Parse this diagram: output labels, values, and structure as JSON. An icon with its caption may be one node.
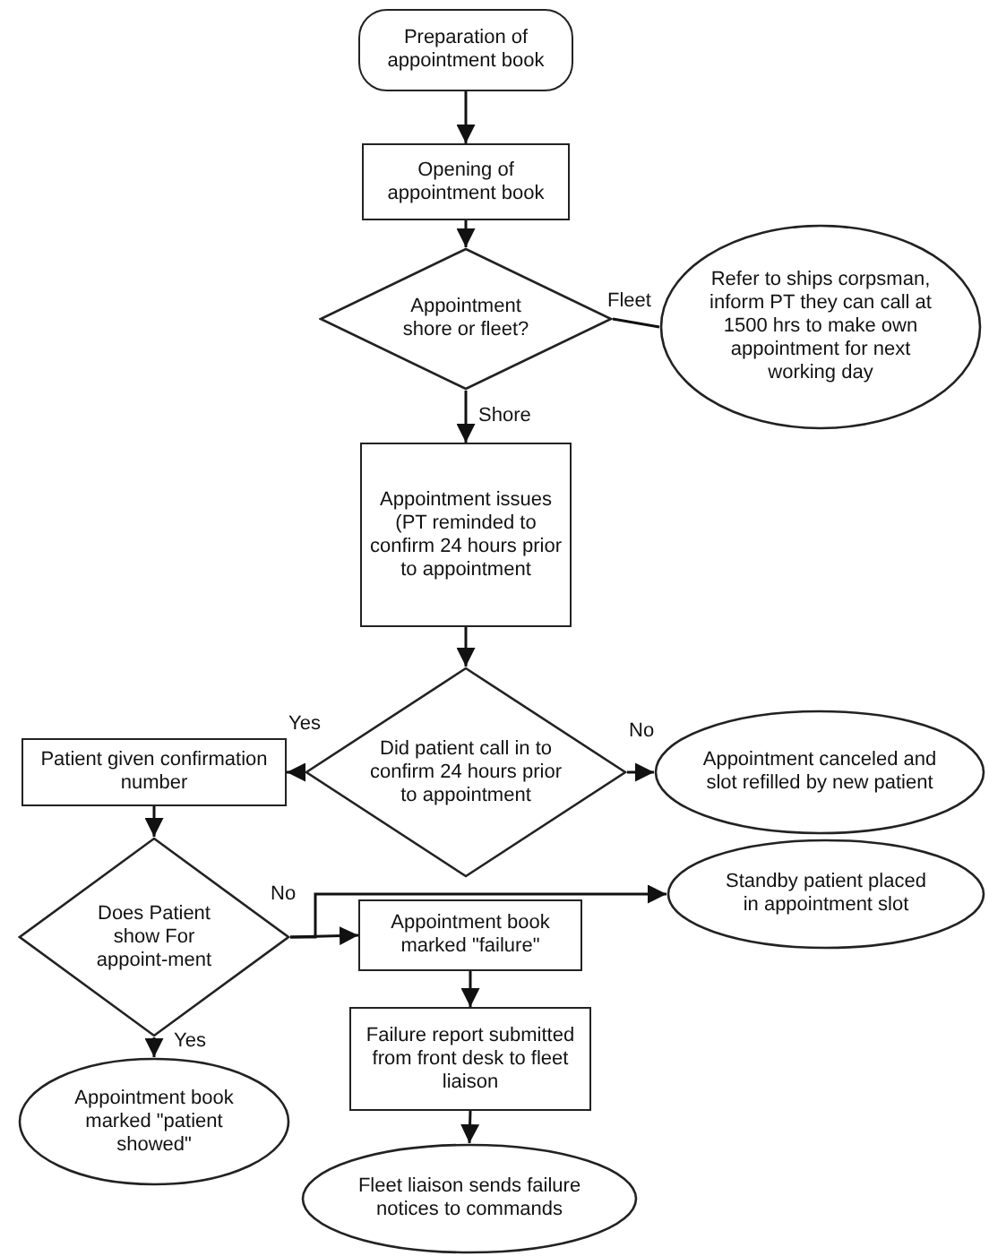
{
  "diagram": {
    "nodes": [
      {
        "text": [
          "Preparation of appointment book"
        ]
      },
      {
        "text": [
          "Opening of appointment book"
        ]
      },
      {
        "text": [
          "Appointment shore or fleet?"
        ]
      },
      {
        "text": [
          "Refer to ships corpsman, inform PT they can call at 1500 hrs to make own appointment for next working day"
        ]
      },
      {
        "text": [
          "Appointment issues (PT reminded to confirm 24 hours prior to appointment"
        ]
      },
      {
        "text": [
          "Did patient call in to confirm 24 hours prior to appointment"
        ]
      },
      {
        "text": [
          "Patient given confirmation number"
        ]
      },
      {
        "text": [
          "Appointment canceled and slot refilled by new patient"
        ]
      },
      {
        "text": [
          "Does Patient show For appoint-ment"
        ]
      },
      {
        "text": [
          "Appointment book marked \"failure\""
        ]
      },
      {
        "text": [
          "Standby patient placed in appointment slot"
        ]
      },
      {
        "text": [
          "Appointment book marked \"patient showed\""
        ]
      },
      {
        "text": [
          "Failure report submitted from front desk to fleet liaison"
        ]
      },
      {
        "text": [
          "Fleet liaison sends failure notices to commands"
        ]
      }
    ],
    "edges": [
      {
        "from": 0,
        "to": 1,
        "arrow": "to"
      },
      {
        "from": 1,
        "to": 2,
        "arrow": "to"
      },
      {
        "from": 2,
        "to": 3,
        "arrow": "none",
        "label": "Fleet"
      },
      {
        "from": 2,
        "to": 4,
        "arrow": "to",
        "label": "Shore"
      },
      {
        "from": 4,
        "to": 5,
        "arrow": "to"
      },
      {
        "from": 5,
        "to": 6,
        "arrow": "to",
        "label": "Yes"
      },
      {
        "from": 5,
        "to": 7,
        "arrow": "to",
        "label": "No"
      },
      {
        "from": 6,
        "to": 8,
        "arrow": "to"
      },
      {
        "from": 8,
        "to": 9,
        "arrow": "to",
        "label": "No"
      },
      {
        "from": 8,
        "to": 10,
        "arrow": "to"
      },
      {
        "from": 8,
        "to": 11,
        "arrow": "to",
        "label": "Yes"
      },
      {
        "from": 9,
        "to": 12,
        "arrow": "to"
      },
      {
        "from": 12,
        "to": 13,
        "arrow": "to"
      }
    ]
  }
}
